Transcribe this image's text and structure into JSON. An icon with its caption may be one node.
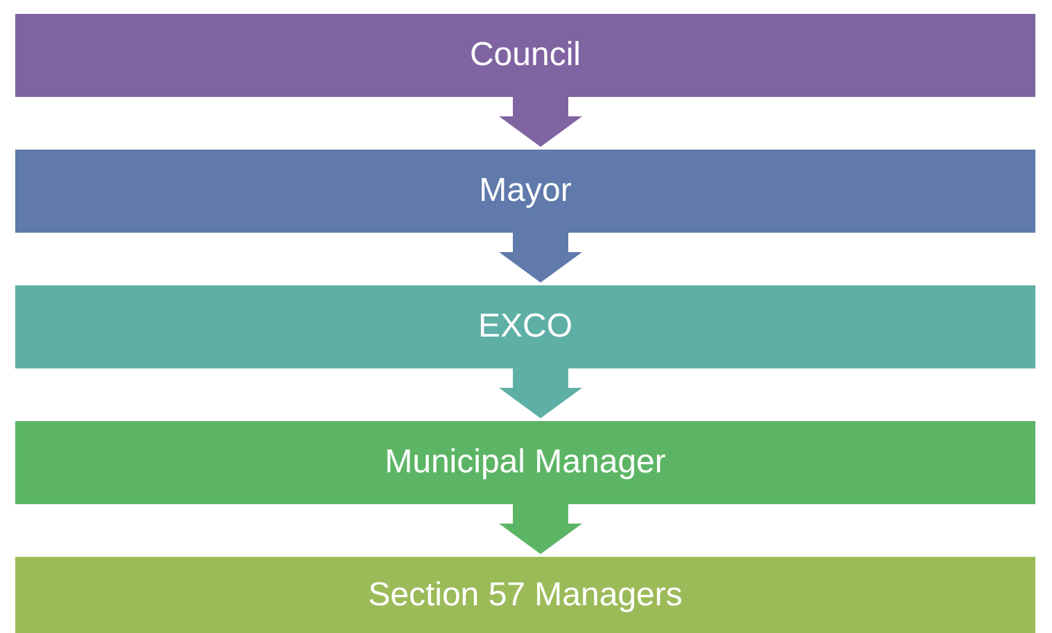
{
  "diagram": {
    "nodes": [
      {
        "text": [
          "Council"
        ]
      },
      {
        "text": [
          "Mayor"
        ]
      },
      {
        "text": [
          "EXCO"
        ]
      },
      {
        "text": [
          "Municipal Manager"
        ]
      },
      {
        "text": [
          "Section 57 Managers"
        ]
      }
    ],
    "edges": [
      {
        "from": 0,
        "to": 1,
        "arrow": "to",
        "color": "#8064a2"
      },
      {
        "from": 1,
        "to": 2,
        "arrow": "to",
        "color": "#5f7aab"
      },
      {
        "from": 2,
        "to": 3,
        "arrow": "to",
        "color": "#5eb0a6"
      },
      {
        "from": 3,
        "to": 4,
        "arrow": "to",
        "color": "#5cb565"
      }
    ]
  }
}
